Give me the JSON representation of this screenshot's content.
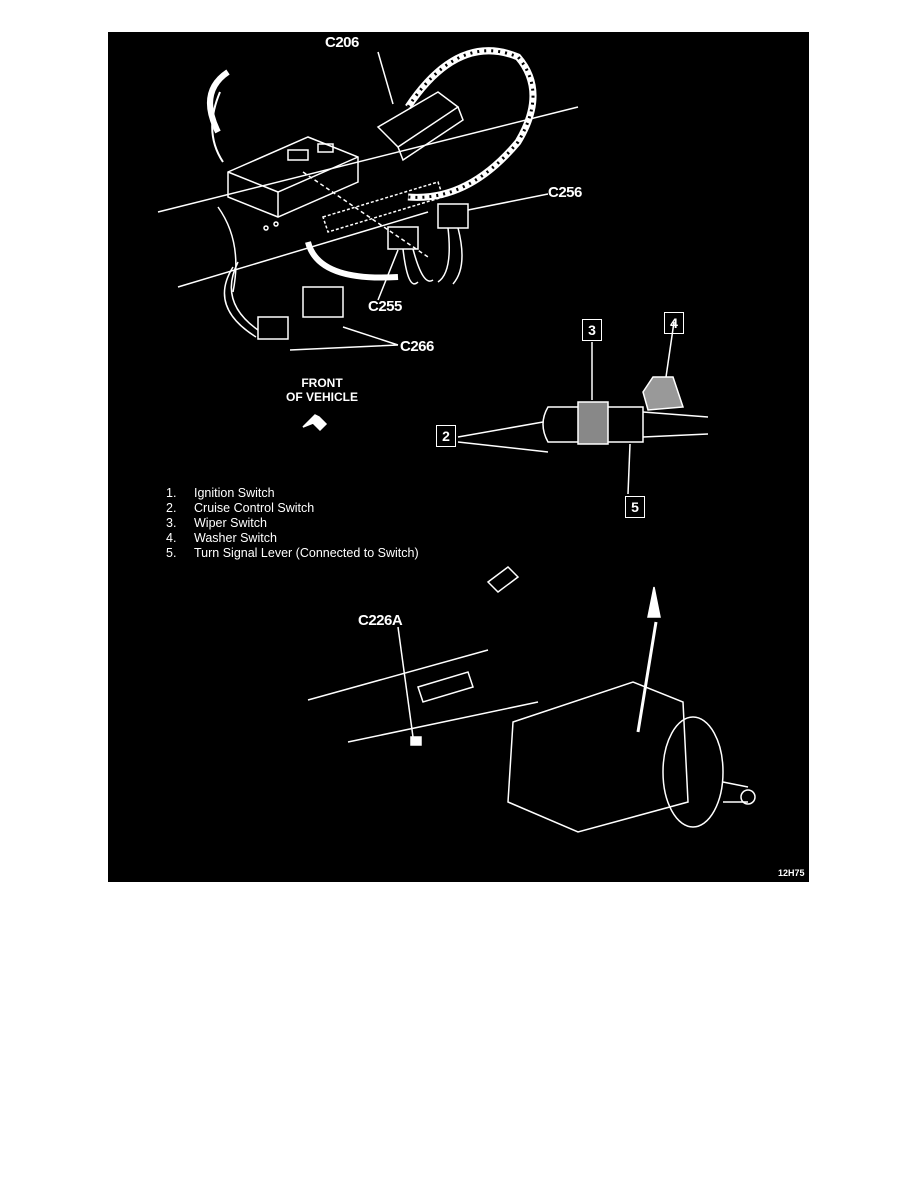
{
  "figure": {
    "connectors": {
      "c206": "C206",
      "c256": "C256",
      "c255": "C255",
      "c266": "C266",
      "c226a": "C226A"
    },
    "front_of_vehicle": {
      "line1": "FRONT",
      "line2": "OF VEHICLE"
    },
    "callouts": [
      "2",
      "3",
      "4",
      "5"
    ],
    "legend": [
      {
        "num": "1.",
        "text": "Ignition Switch"
      },
      {
        "num": "2.",
        "text": "Cruise Control Switch"
      },
      {
        "num": "3.",
        "text": "Wiper Switch"
      },
      {
        "num": "4.",
        "text": "Washer Switch"
      },
      {
        "num": "5.",
        "text": "Turn Signal Lever (Connected to Switch)"
      }
    ],
    "figure_code": "12H75"
  }
}
